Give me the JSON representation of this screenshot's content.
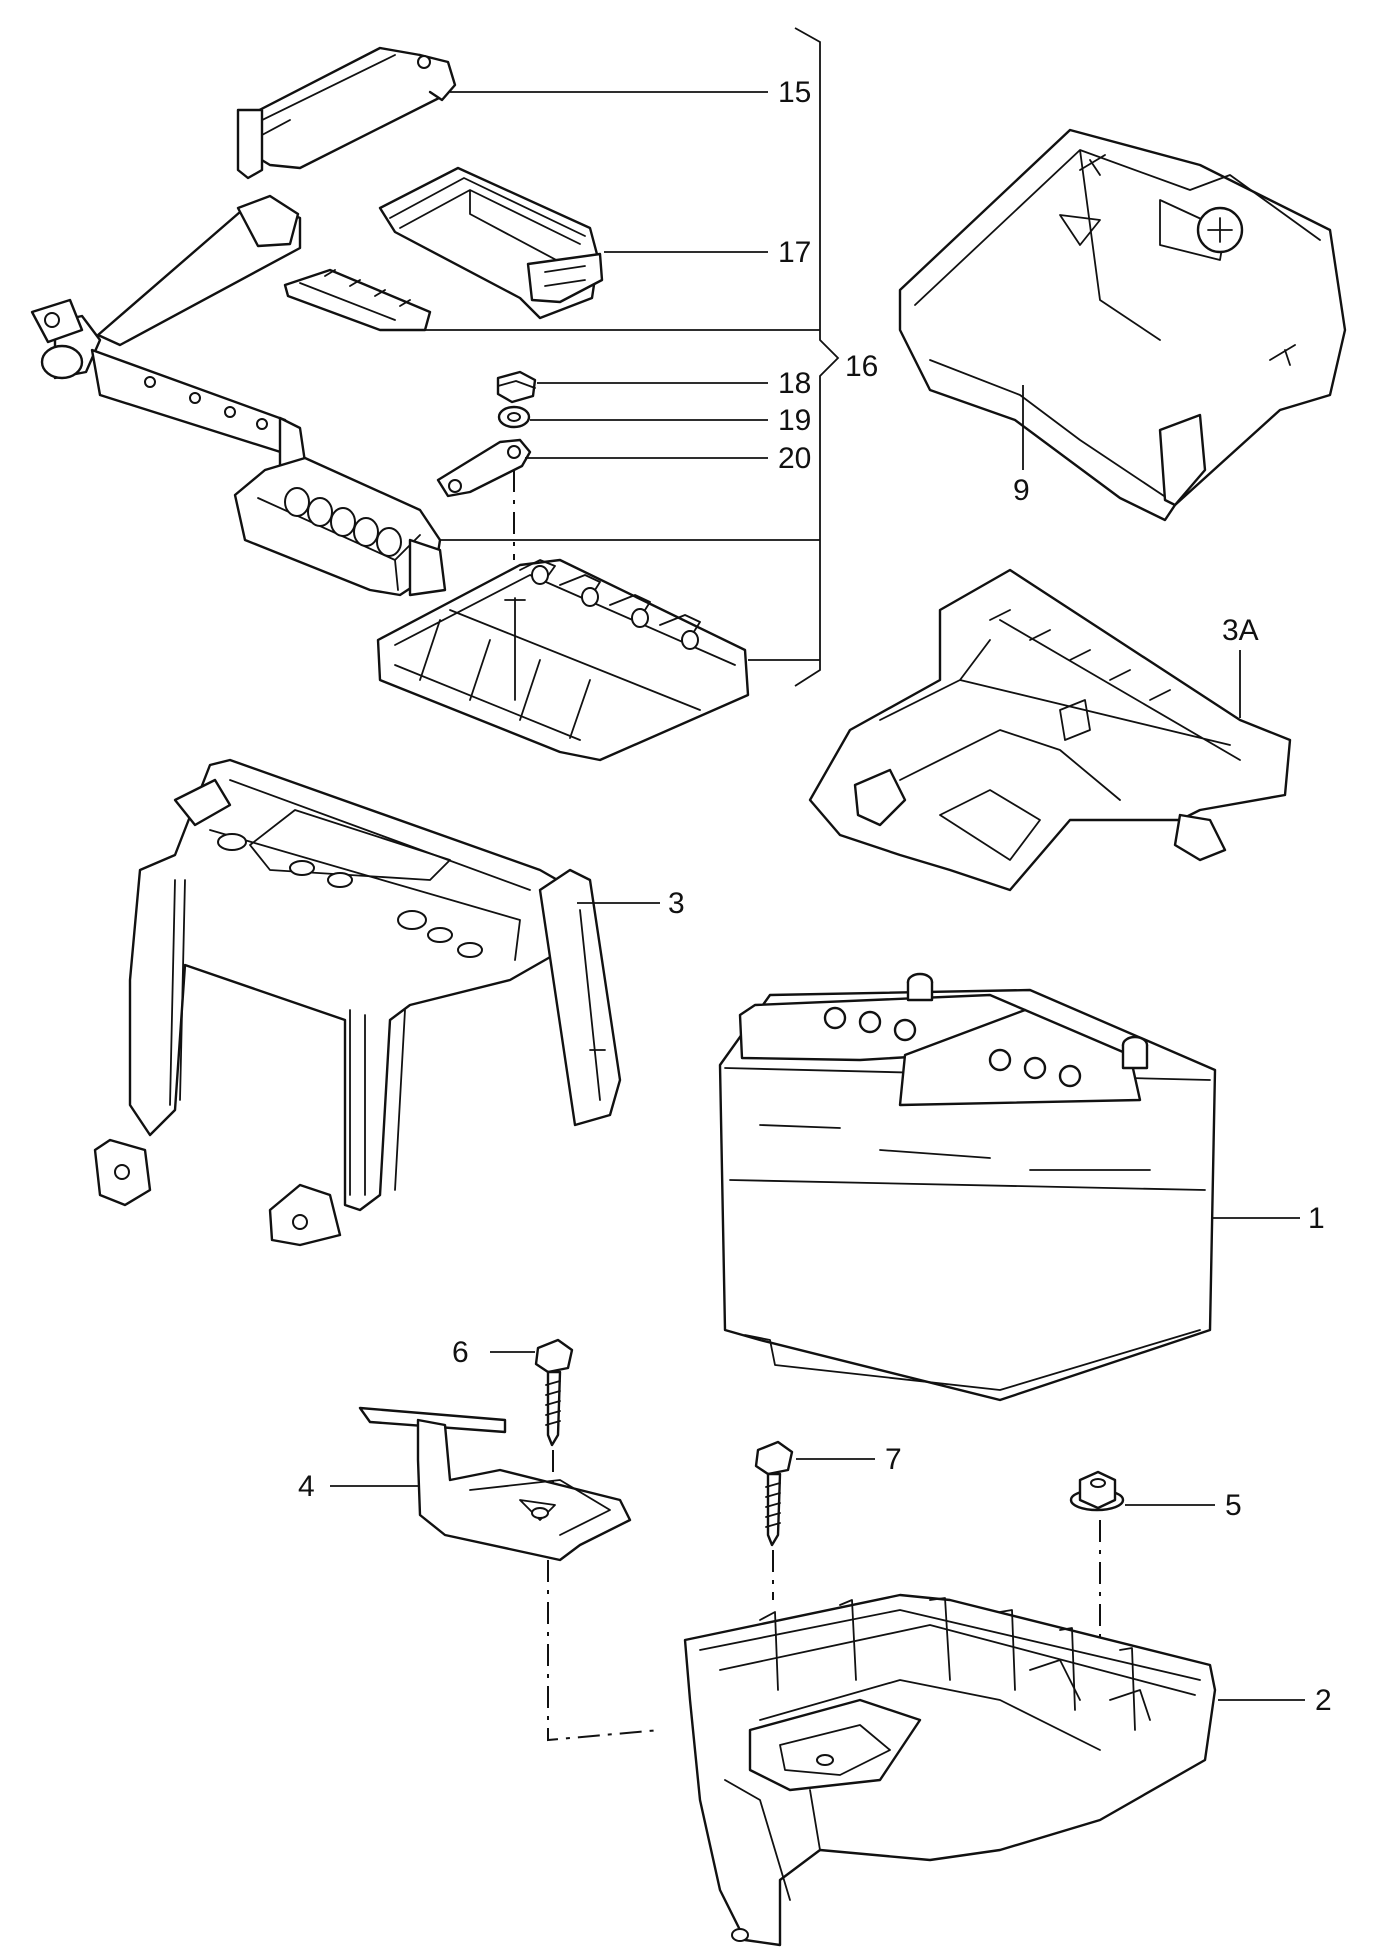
{
  "callouts": {
    "c15": "15",
    "c17": "17",
    "c16": "16",
    "c18": "18",
    "c19": "19",
    "c20": "20",
    "c9": "9",
    "c3A": "3A",
    "c3": "3",
    "c1": "1",
    "c6": "6",
    "c7": "7",
    "c4": "4",
    "c5": "5",
    "c2": "2"
  },
  "parts": [
    {
      "callout": "15",
      "icon": "relay-cover-icon"
    },
    {
      "callout": "17",
      "icon": "fuse-housing-icon"
    },
    {
      "callout": "16",
      "icon": "fuse-box-assembly-bracket"
    },
    {
      "callout": "18",
      "icon": "hex-nut-icon"
    },
    {
      "callout": "19",
      "icon": "washer-icon"
    },
    {
      "callout": "20",
      "icon": "terminal-strip-icon"
    },
    {
      "callout": "9",
      "icon": "battery-cover-icon"
    },
    {
      "callout": "3A",
      "icon": "battery-frame-insert-icon"
    },
    {
      "callout": "3",
      "icon": "battery-frame-icon"
    },
    {
      "callout": "1",
      "icon": "battery-icon"
    },
    {
      "callout": "6",
      "icon": "screw-icon"
    },
    {
      "callout": "7",
      "icon": "screw-icon"
    },
    {
      "callout": "4",
      "icon": "clamp-plate-icon"
    },
    {
      "callout": "5",
      "icon": "flange-nut-icon"
    },
    {
      "callout": "2",
      "icon": "battery-tray-icon"
    }
  ]
}
